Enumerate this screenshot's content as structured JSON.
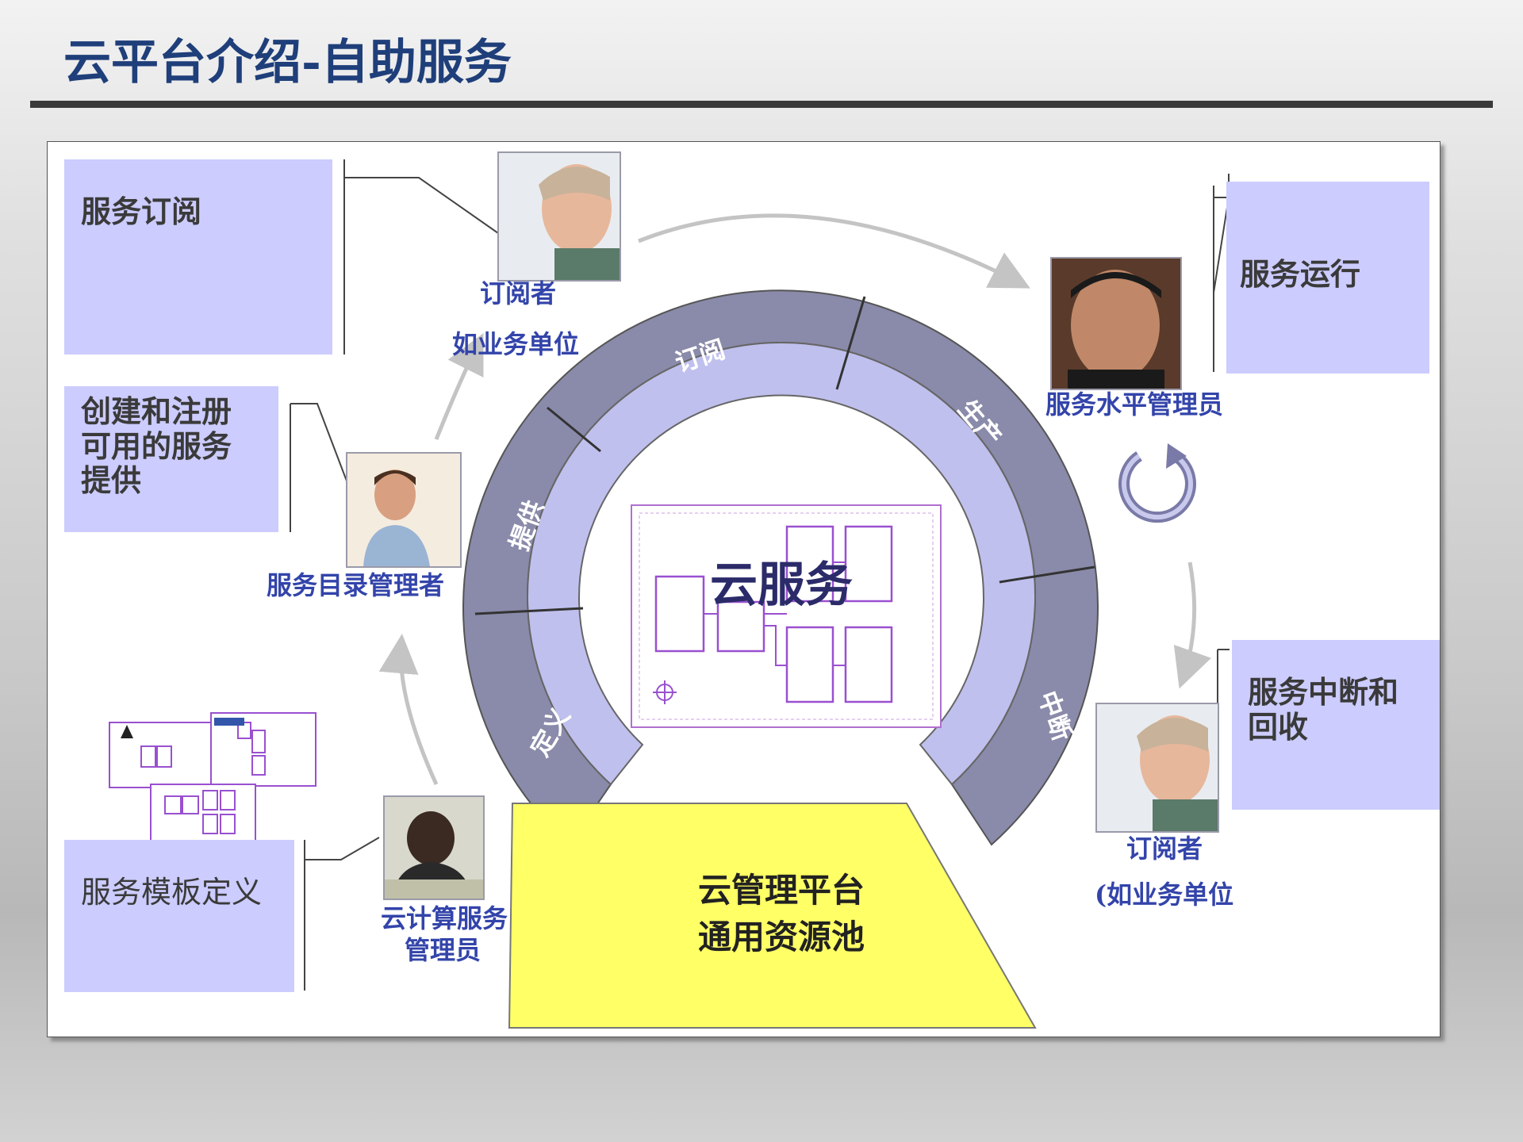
{
  "slide": {
    "title": "云平台介绍-自助服务"
  },
  "stages": {
    "subscribe": "服务订阅",
    "create": "创建和注册可用的服务提供",
    "template": "服务模板定义",
    "run": "服务运行",
    "interrupt": "服务中断和回收"
  },
  "roles": {
    "subscriber_top": "订阅者",
    "subscriber_top_sub": "如业务单位",
    "catalog_manager": "服务目录管理者",
    "cloud_admin_line1": "云计算服务",
    "cloud_admin_line2": "管理员",
    "service_level_manager": "服务水平管理员",
    "subscriber_bottom": "订阅者",
    "subscriber_bottom_sub": "(如业务单位"
  },
  "ring": {
    "segments": [
      "定义",
      "提供",
      "订阅",
      "生产",
      "中断"
    ]
  },
  "center": {
    "title": "云服务"
  },
  "platform": {
    "line1": "云管理平台",
    "line2": "通用资源池"
  },
  "colors": {
    "title": "#1f3f7a",
    "stage_box": "#ccccff",
    "ring_outer": "#8a8aaa",
    "ring_inner": "#c0c0ee",
    "platform": "#ffff66",
    "role_text": "#3344aa"
  }
}
